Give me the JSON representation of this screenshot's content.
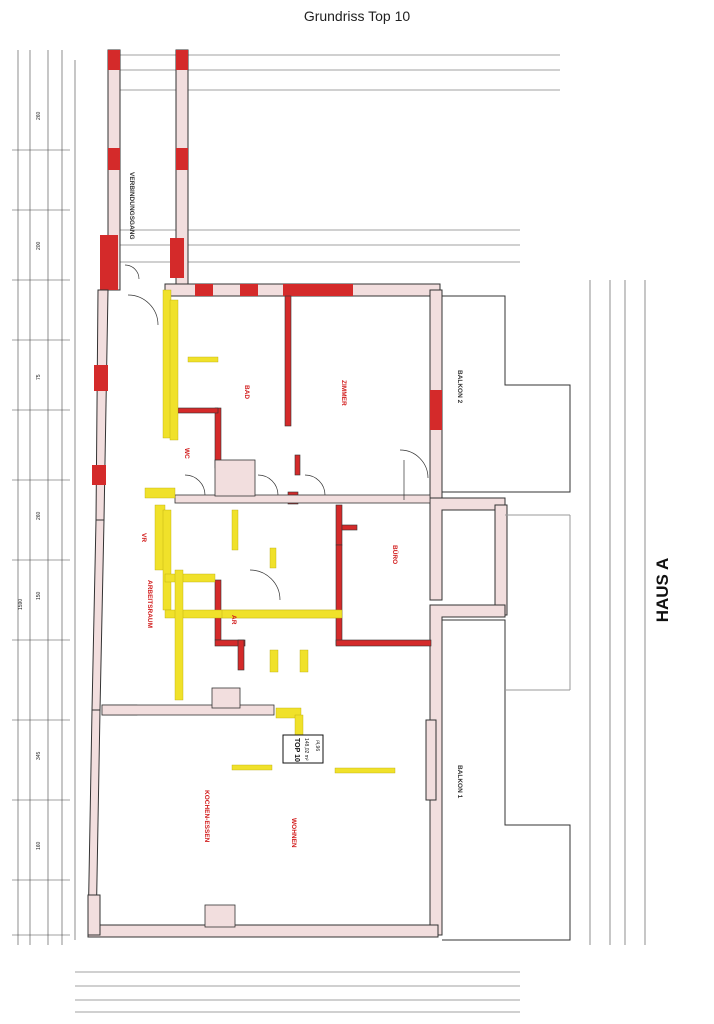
{
  "title": "Grundriss Top 10",
  "building": "HAUS A",
  "unit": {
    "label": "TOP 10",
    "area": "148,02 m²",
    "code": "/4,96"
  },
  "rooms": [
    {
      "name": "VERBINDUNGSGANG"
    },
    {
      "name": "BAD"
    },
    {
      "name": "WC"
    },
    {
      "name": "ZIMMER"
    },
    {
      "name": "VR"
    },
    {
      "name": "BÜRO"
    },
    {
      "name": "ARBEITSRAUM"
    },
    {
      "name": "AR"
    },
    {
      "name": "KOCHEN-ESSEN"
    },
    {
      "name": "WOHNEN"
    },
    {
      "name": "BALKON 1"
    },
    {
      "name": "BALKON 2"
    }
  ],
  "colors": {
    "wall": "#333333",
    "new_wall": "#d42a2a",
    "removed_wall": "#f0e12a",
    "existing_wall_fill": "#f2dede",
    "room_label": "#d11a1a"
  }
}
